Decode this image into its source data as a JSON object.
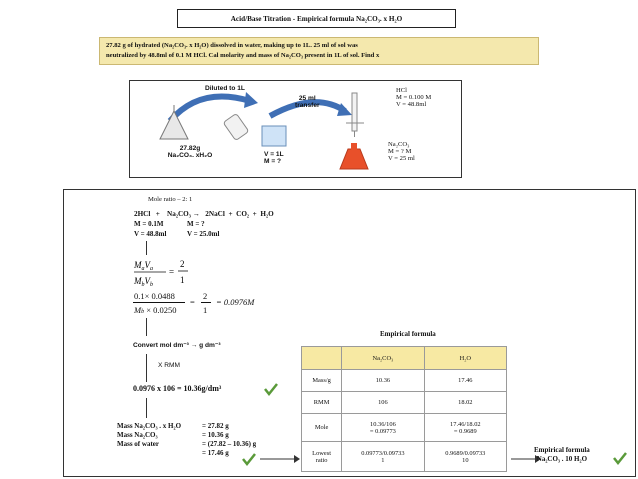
{
  "title": "Acid/Base Titration - Empirical formula Na₂CO₃. x H₂O",
  "problem": {
    "line1": "27.82 g of hydrated (Na₂CO₃. x H₂O) dissolved in water, making up to 1L. 25 ml of sol was",
    "line2": "neutralized by 48.8ml of 0.1 M HCl. Cal molarity and mass of Na₂CO₃ present in 1L of sol. Find x"
  },
  "diagram": {
    "diluted_label": "Diluted to 1L",
    "transfer_label_1": "25 ml",
    "transfer_label_2": "transfer",
    "solid_mass": "27.82g",
    "solid_formula": "Na₂CO₃. xH₂O",
    "flask_v": "V = 1L",
    "flask_m": "M = ?",
    "hcl_name": "HCl",
    "hcl_m": "M = 0.100 M",
    "hcl_v": "V = 48.8ml",
    "na_name": "Na₂CO₃",
    "na_m": "M = ? M",
    "na_v": "V = 25 ml"
  },
  "calc": {
    "mole_ratio": "Mole ratio – 2: 1",
    "equation": "2HCl   +    Na₂CO₃ →   2NaCl  +  CO₂  +  H₂O",
    "hcl_m": "M = 0.1M",
    "na_m": "M = ?",
    "hcl_v": "V = 48.8ml",
    "na_v": "V = 25.0ml",
    "eq1_lhs_num": "M",
    "eq2_num": "0.1× 0.0488",
    "eq2_den": "M",
    "eq2_den_rest": " × 0.0250",
    "eq_rhs_num": "2",
    "eq_rhs_den": "1",
    "eq2_result": "= 0.0976M",
    "convert": "Convert mol dm⁻³  →  g dm⁻³",
    "times_rmm": "X RMM",
    "result": "0.0976 x 106 = 10.36g/dm³",
    "mass_hyd_label": "Mass Na₂CO₃ . x H₂O",
    "mass_hyd_val": "= 27.82 g",
    "mass_na_label": "Mass Na₂CO₃",
    "mass_na_val": "= 10.36 g",
    "mass_w_label": "Mass of water",
    "mass_w_val": "= (27.82 – 10.36) g",
    "mass_w_result": "= 17.46 g"
  },
  "empirical": {
    "title": "Empirical formula",
    "headers": [
      "",
      "Na₂CO₃",
      "H₂O"
    ],
    "rows": [
      {
        "label": "Mass/g",
        "a": "10.36",
        "b": "17.46"
      },
      {
        "label": "RMM",
        "a": "106",
        "b": "18.02"
      },
      {
        "label": "Mole",
        "a": "10.36/106",
        "a2": "= 0.09773",
        "b": "17.46/18.02",
        "b2": "= 0.9689"
      },
      {
        "label": "Lowest",
        "label2": "ratio",
        "a": "0.09773/0.09733",
        "a2": "1",
        "b": "0.9689/0.09733",
        "b2": "10"
      }
    ],
    "final_title": "Empirical formula",
    "final_formula": "Na₂CO₃ . 10 H₂O"
  },
  "colors": {
    "problem_bg": "#f4e8ad",
    "table_header": "#f7e9a3",
    "arrow_blue": "#3f6fb5",
    "check_green": "#5a9a3a",
    "flask_red": "#e8502a"
  }
}
